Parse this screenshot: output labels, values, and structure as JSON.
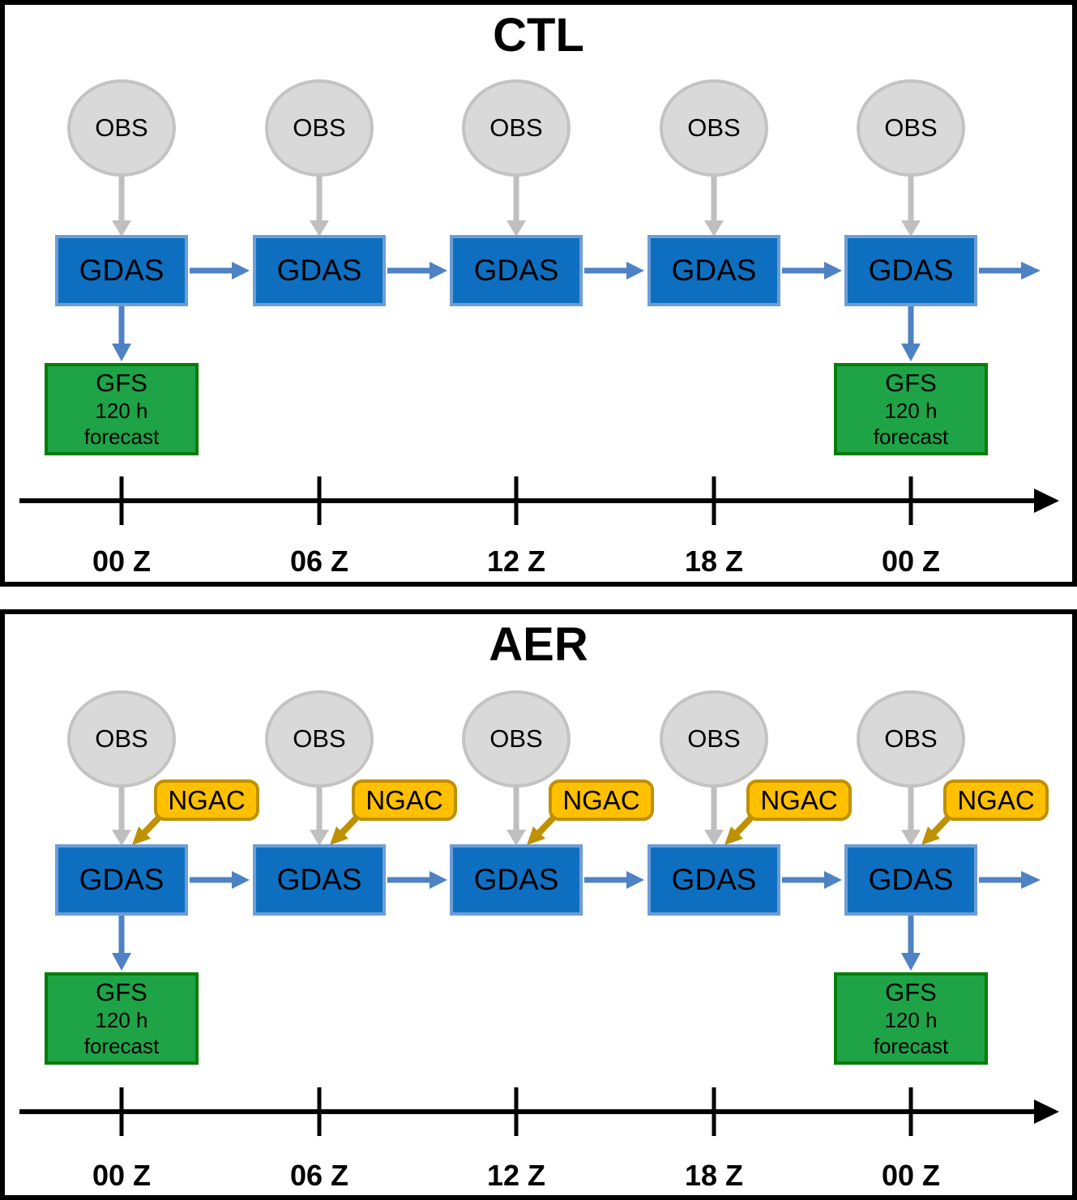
{
  "labels": {
    "obs": "OBS",
    "gdas": "GDAS",
    "ngac": "NGAC",
    "gfs_title": "GFS",
    "gfs_duration": "120 h",
    "gfs_type": "forecast"
  },
  "panels": [
    {
      "title": "CTL"
    },
    {
      "title": "AER"
    }
  ],
  "timeline": {
    "ticks": [
      "00 Z",
      "06 Z",
      "12 Z",
      "18 Z",
      "00 Z"
    ]
  },
  "colors": {
    "panel_border": "#000000",
    "obs_fill": "#D9D9D9",
    "obs_border": "#C3C3C3",
    "gray_arrow": "#BFBFBF",
    "gdas_fill": "#0E6FC0",
    "gdas_border": "#6D9DD6",
    "blue_arrow": "#4E82C4",
    "gfs_fill": "#1FA347",
    "gfs_border": "#077D07",
    "ngac_fill": "#FFC000",
    "ngac_border": "#BF9000",
    "gold_arrow": "#BF9000",
    "timeline": "#000000",
    "text": "#000000"
  }
}
